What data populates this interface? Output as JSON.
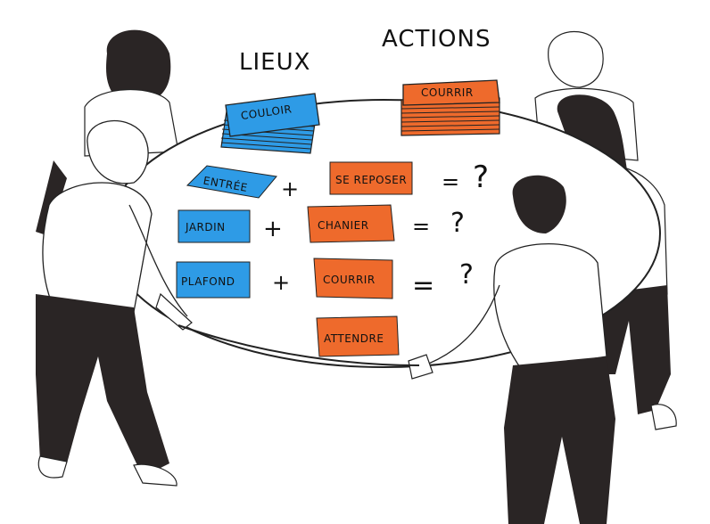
{
  "headings": {
    "lieux": "LIEUX",
    "actions": "ACTIONS"
  },
  "colors": {
    "lieu_card": "#2e9be6",
    "action_card": "#ee6a2c",
    "ink": "#111111",
    "shirt": "#ffffff",
    "pants": "#2a2525"
  },
  "stacks": {
    "lieux_top": "COULOIR",
    "actions_top": "COURRIR"
  },
  "rows": [
    {
      "lieu": "ENTRÉE",
      "plus": "+",
      "action": "SE REPOSER",
      "equals": "=",
      "result": "?"
    },
    {
      "lieu": "JARDIN",
      "plus": "+",
      "action": "CHANIER",
      "equals": "=",
      "result": "?"
    },
    {
      "lieu": "PLAFOND",
      "plus": "+",
      "action": "COURRIR",
      "equals": "=",
      "result": "?"
    }
  ],
  "extra_action": "ATTENDRE"
}
